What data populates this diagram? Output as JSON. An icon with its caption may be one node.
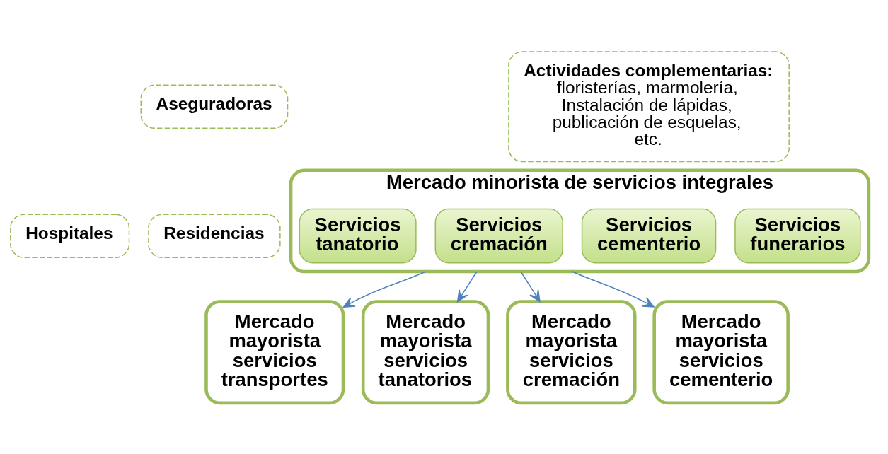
{
  "diagram": {
    "nodes": [
      {
        "text": [
          "Aseguradoras"
        ]
      },
      {
        "text": [
          "Actividades complementarias:",
          "floristerías, marmolería, Instalación de lápidas, publicación de esquelas, etc."
        ]
      },
      {
        "text": [
          "Hospitales"
        ]
      },
      {
        "text": [
          "Residencias"
        ]
      },
      {
        "text": [
          "Mercado minorista de servicios integrales"
        ]
      },
      {
        "text": [
          "Servicios funerarios"
        ],
        "in": 4
      },
      {
        "text": [
          "Servicios tanatorio"
        ],
        "in": 4
      },
      {
        "text": [
          "Servicios cremación"
        ],
        "in": 4
      },
      {
        "text": [
          "Servicios cementerio"
        ],
        "in": 4
      },
      {
        "text": [
          "Mercado mayorista servicios transportes"
        ]
      },
      {
        "text": [
          "Mercado mayorista servicios tanatorios"
        ]
      },
      {
        "text": [
          "Mercado mayorista servicios cremación"
        ]
      },
      {
        "text": [
          "Mercado mayorista servicios cementerio"
        ]
      }
    ],
    "edges": [
      {
        "from": 4,
        "to": 9,
        "arrow": "to"
      },
      {
        "from": 4,
        "to": 10,
        "arrow": "to"
      },
      {
        "from": 4,
        "to": 11,
        "arrow": "to"
      },
      {
        "from": 4,
        "to": 12,
        "arrow": "to"
      }
    ]
  }
}
